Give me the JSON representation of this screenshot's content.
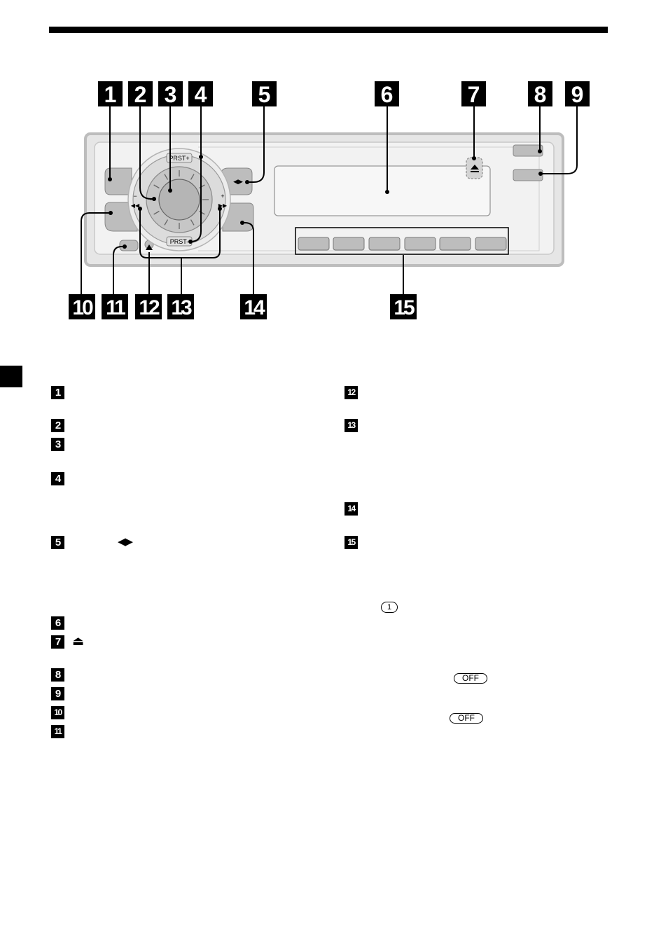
{
  "callouts": {
    "n1": "1",
    "n2": "2",
    "n3": "3",
    "n4": "4",
    "n5": "5",
    "n6": "6",
    "n7": "7",
    "n8": "8",
    "n9": "9",
    "n10": "10",
    "n11": "11",
    "n12": "12",
    "n13": "13",
    "n14": "14",
    "n15": "15"
  },
  "device": {
    "prst_plus": "PRST+",
    "prst_minus": "PRST-",
    "plus": "+",
    "minus": "−"
  },
  "legend": {
    "items": [
      "1",
      "2",
      "3",
      "4",
      "5",
      "6",
      "7",
      "8",
      "9",
      "10",
      "11",
      "12",
      "13",
      "14",
      "15"
    ],
    "item5_symbol": "◀▶",
    "item7_symbol": "⏏",
    "circled_1": "1",
    "off_label_1": "OFF",
    "off_label_2": "OFF"
  },
  "colors": {
    "panel_fill": "#e6e6e6",
    "button_fill": "#bdbdbd",
    "ink": "#000000"
  }
}
